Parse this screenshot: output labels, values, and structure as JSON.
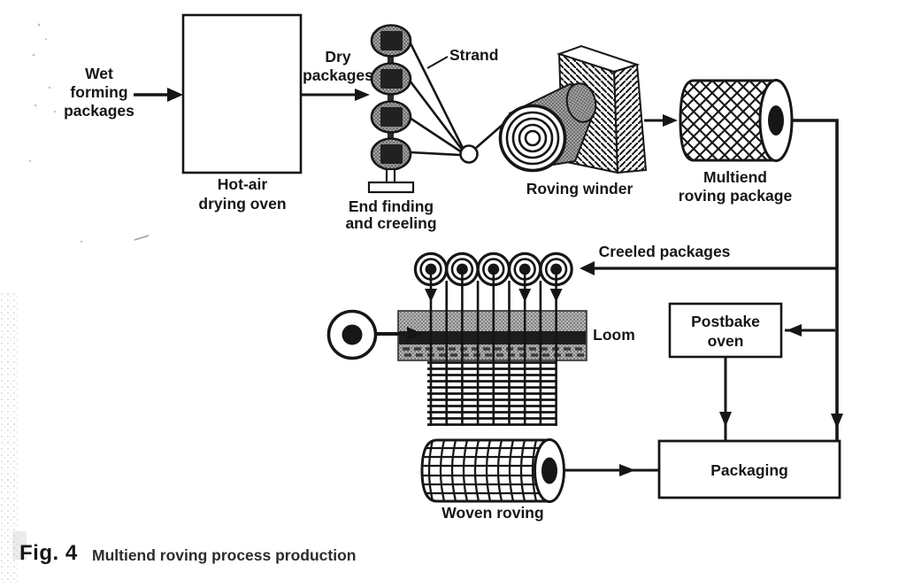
{
  "figure": {
    "caption_prefix": "Fig. 4",
    "caption_text": "Multiend roving process production"
  },
  "labels": {
    "wet": {
      "l1": "Wet",
      "l2": "forming",
      "l3": "packages"
    },
    "oven": {
      "l1": "Hot-air",
      "l2": "drying oven"
    },
    "dry": {
      "l1": "Dry",
      "l2": "packages"
    },
    "end_finding": {
      "l1": "End finding",
      "l2": "and creeling"
    },
    "strand": "Strand",
    "roving_winder": "Roving winder",
    "multiend": {
      "l1": "Multiend",
      "l2": "roving package"
    },
    "creeled": "Creeled packages",
    "loom": "Loom",
    "postbake": {
      "l1": "Postbake",
      "l2": "oven"
    },
    "packaging": "Packaging",
    "woven_roving": "Woven roving"
  },
  "colors": {
    "ink": "#161616",
    "paper": "#ffffff",
    "package_gray": "#a3a3a3",
    "loom_gray": "#b5b5b5",
    "loom_band": "#1d1d1d"
  }
}
